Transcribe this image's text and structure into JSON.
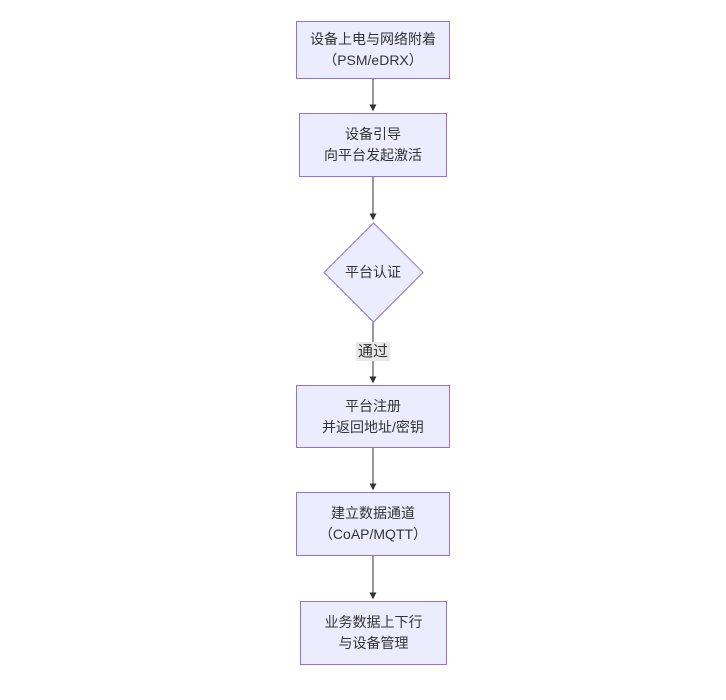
{
  "diagram": {
    "type": "flowchart",
    "direction": "top-down",
    "background": "#ffffff"
  },
  "theme": {
    "node_fill": "#ECECFF",
    "node_border": "#9370DB",
    "text_color": "#333333",
    "arrow_color": "#333333",
    "edge_label_bg": "#e8e8e8"
  },
  "nodes": [
    {
      "id": "power-on",
      "shape": "rect",
      "line1": "设备上电与网络附着",
      "line2": "（PSM/eDRX）"
    },
    {
      "id": "bootstrap",
      "shape": "rect",
      "line1": "设备引导",
      "line2": "向平台发起激活"
    },
    {
      "id": "auth",
      "shape": "diamond",
      "line1": "平台认证"
    },
    {
      "id": "register",
      "shape": "rect",
      "line1": "平台注册",
      "line2": "并返回地址/密钥"
    },
    {
      "id": "channel",
      "shape": "rect",
      "line1": "建立数据通道",
      "line2": "（CoAP/MQTT）"
    },
    {
      "id": "business",
      "shape": "rect",
      "line1": "业务数据上下行",
      "line2": "与设备管理"
    }
  ],
  "edges": [
    {
      "from": "power-on",
      "to": "bootstrap",
      "label": ""
    },
    {
      "from": "bootstrap",
      "to": "auth",
      "label": ""
    },
    {
      "from": "auth",
      "to": "register",
      "label": "通过"
    },
    {
      "from": "register",
      "to": "channel",
      "label": ""
    },
    {
      "from": "channel",
      "to": "business",
      "label": ""
    }
  ]
}
